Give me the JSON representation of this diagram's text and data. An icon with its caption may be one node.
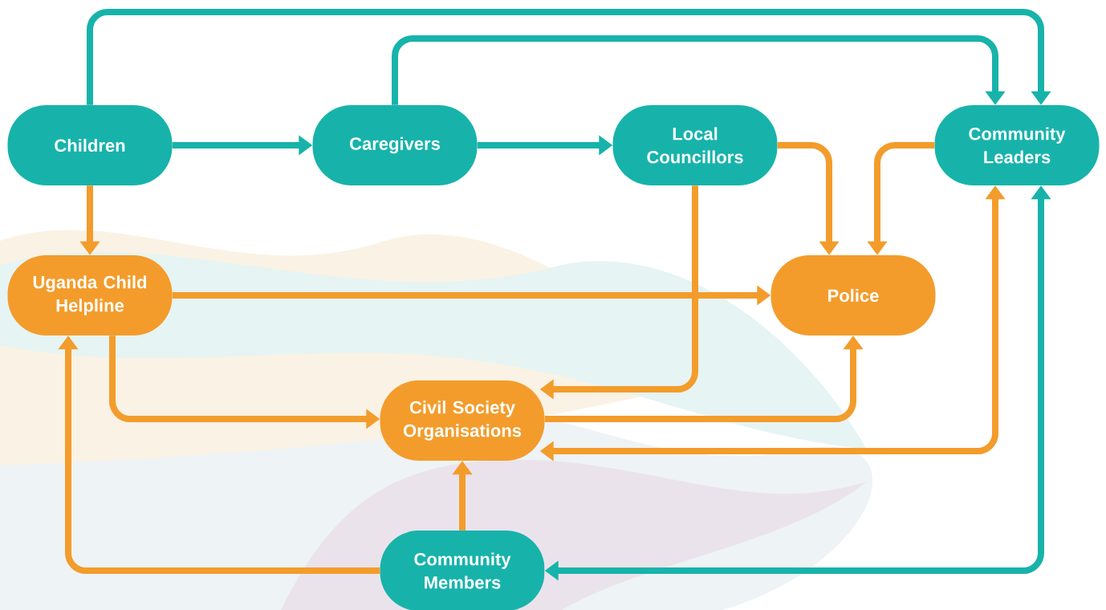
{
  "diagram": {
    "nodes": [
      {
        "text": [
          "Children"
        ]
      },
      {
        "text": [
          "Caregivers"
        ]
      },
      {
        "text": [
          "Local Councillors"
        ]
      },
      {
        "text": [
          "Community Leaders"
        ]
      },
      {
        "text": [
          "Uganda Child Helpline"
        ]
      },
      {
        "text": [
          "Police"
        ]
      },
      {
        "text": [
          "Civil Society Organisations"
        ]
      },
      {
        "text": [
          "Community Members"
        ]
      }
    ],
    "edges": [
      {
        "from": 0,
        "to": 1,
        "arrow": "to",
        "color": "#17b3aa"
      },
      {
        "from": 1,
        "to": 2,
        "arrow": "to",
        "color": "#17b3aa"
      },
      {
        "from": 0,
        "to": 3,
        "arrow": "to",
        "color": "#17b3aa"
      },
      {
        "from": 1,
        "to": 3,
        "arrow": "to",
        "color": "#17b3aa"
      },
      {
        "from": 0,
        "to": 4,
        "arrow": "to"
      },
      {
        "from": 2,
        "to": 5,
        "arrow": "to"
      },
      {
        "from": 3,
        "to": 5,
        "arrow": "to"
      },
      {
        "from": 4,
        "to": 5,
        "arrow": "to"
      },
      {
        "from": 2,
        "to": 6,
        "arrow": "to"
      },
      {
        "from": 4,
        "to": 6,
        "arrow": "to"
      },
      {
        "from": 6,
        "to": 5,
        "arrow": "to"
      },
      {
        "from": 3,
        "to": 6,
        "arrow": "both"
      },
      {
        "from": 7,
        "to": 4,
        "arrow": "to"
      },
      {
        "from": 7,
        "to": 6,
        "arrow": "to"
      },
      {
        "from": 3,
        "to": 7,
        "arrow": "both",
        "color": "#17b3aa"
      }
    ]
  }
}
